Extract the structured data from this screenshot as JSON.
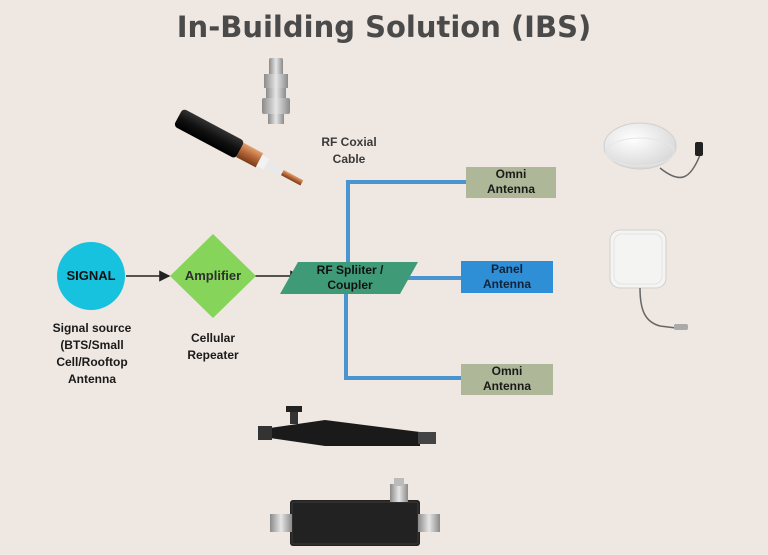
{
  "title": "In-Building Solution (IBS)",
  "signal": {
    "label": "SIGNAL",
    "caption": [
      "Signal source",
      "(BTS/Small",
      "Cell/Rooftop",
      "Antenna"
    ]
  },
  "amplifier": {
    "label": "Amplifier",
    "caption": [
      "Cellular",
      "Repeater"
    ]
  },
  "splitter": {
    "label": [
      "RF Spliiter /",
      "Coupler"
    ]
  },
  "cable": {
    "caption": [
      "RF Coxial",
      "Cable"
    ]
  },
  "antennas": {
    "top": [
      "Omni",
      "Antenna"
    ],
    "middle": [
      "Panel",
      "Antenna"
    ],
    "bottom": [
      "Omni",
      "Antenna"
    ]
  },
  "colors": {
    "background": "#efe7e1",
    "signal": "#17c2df",
    "amplifier": "#86d45a",
    "splitter": "#3f9a78",
    "omni_box": "#aeb898",
    "panel_box": "#2f8fd6",
    "line": "#4a94d0"
  }
}
